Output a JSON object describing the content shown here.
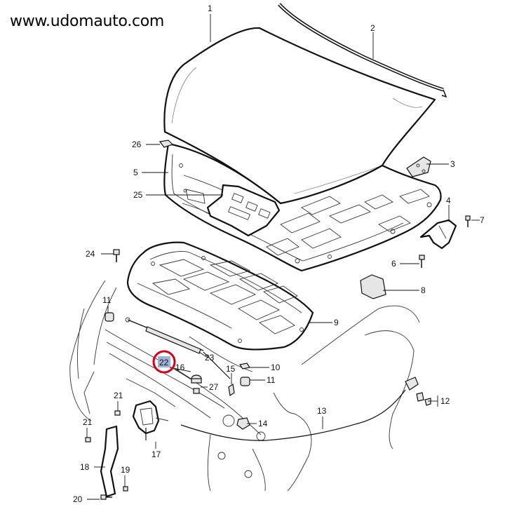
{
  "watermark": "www.udomauto.com",
  "callouts": {
    "c1": "1",
    "c2": "2",
    "c3": "3",
    "c4": "4",
    "c5": "5",
    "c6": "6",
    "c7": "7",
    "c8": "8",
    "c9": "9",
    "c10": "10",
    "c11a": "11",
    "c11b": "11",
    "c12": "12",
    "c13": "13",
    "c14": "14",
    "c15": "15",
    "c16": "16",
    "c17": "17",
    "c18": "18",
    "c19": "19",
    "c20": "20",
    "c21a": "21",
    "c21b": "21",
    "c22": "22",
    "c23": "23",
    "c24": "24",
    "c25": "25",
    "c26": "26",
    "c27": "27"
  },
  "highlight": {
    "ring_color": "#d0021b",
    "fill_color": "#9fb3d8"
  }
}
